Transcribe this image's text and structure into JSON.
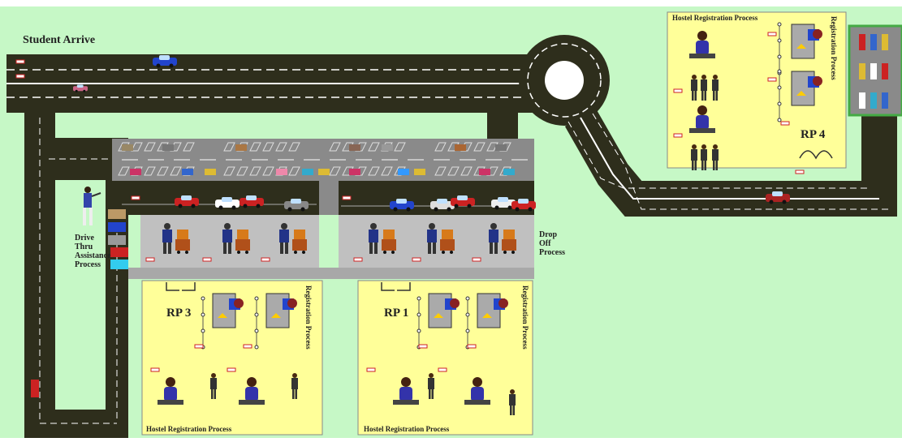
{
  "title": "Student Arrive",
  "labels": {
    "drive_thru": [
      "Drive",
      "Thru",
      "Assistance",
      "Process"
    ],
    "drop_off": [
      "Drop",
      "Off",
      "Process"
    ],
    "rp1": "RP 1",
    "rp3": "RP 3",
    "rp4": "RP 4",
    "hostel_registration": "Hostel Registration Process",
    "registration_process": "Registration Process"
  },
  "colors": {
    "grass": "#c6f8c6",
    "road": "#2e2e1c",
    "room": "#ffff99",
    "counter": "#c0c0c0",
    "parking_lot": "#8a8a8a"
  }
}
